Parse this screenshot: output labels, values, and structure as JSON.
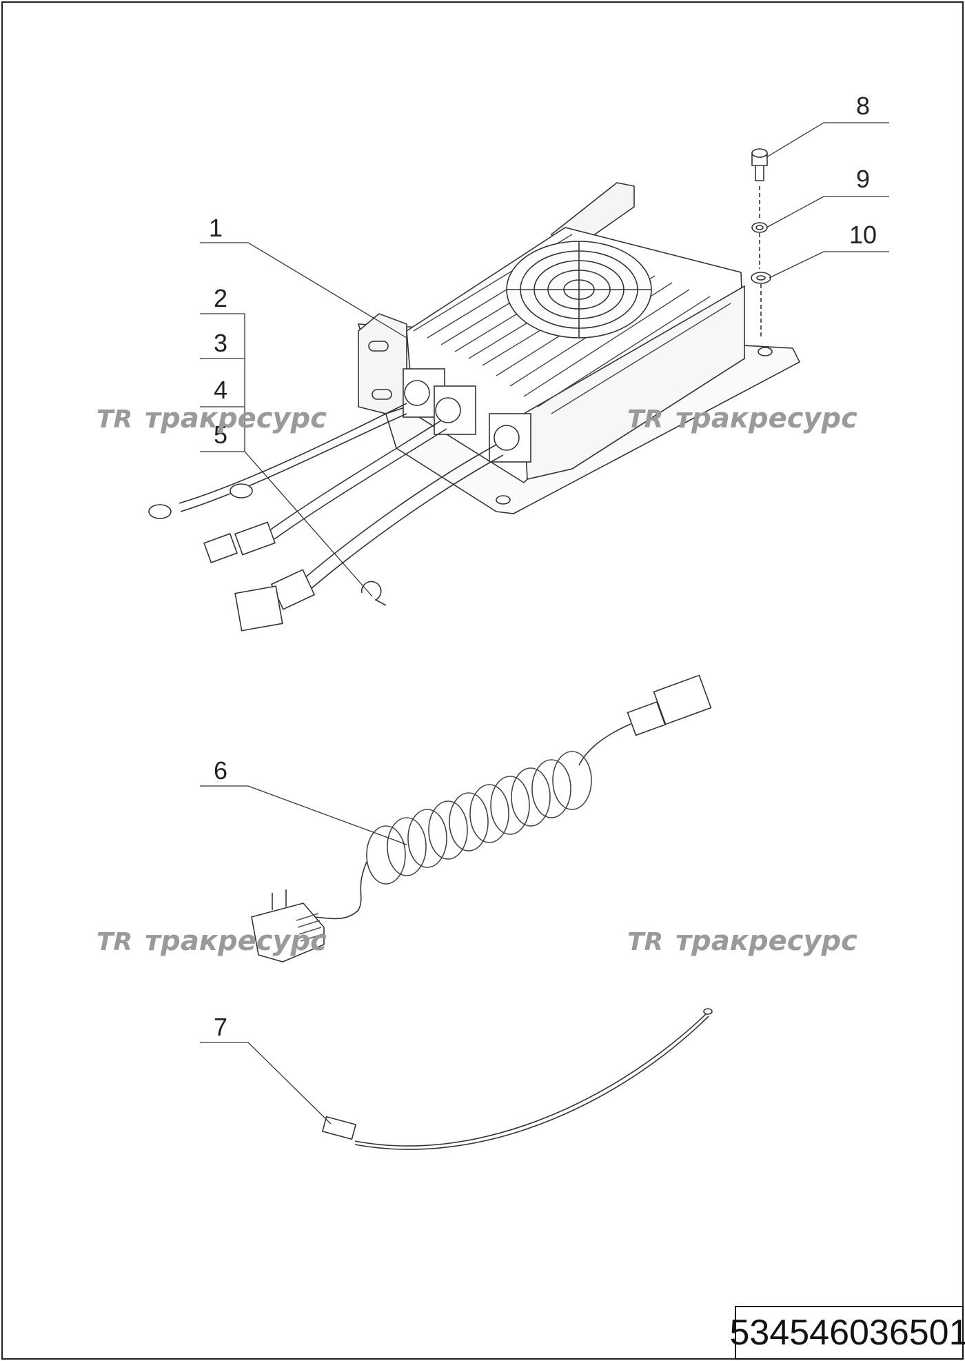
{
  "drawing": {
    "part_number": "534546036501",
    "watermark_text": "тракресурс",
    "watermark_logo": "TR",
    "callouts": [
      {
        "id": "callout-1",
        "label": "1"
      },
      {
        "id": "callout-2",
        "label": "2"
      },
      {
        "id": "callout-3",
        "label": "3"
      },
      {
        "id": "callout-4",
        "label": "4"
      },
      {
        "id": "callout-5",
        "label": "5"
      },
      {
        "id": "callout-6",
        "label": "6"
      },
      {
        "id": "callout-7",
        "label": "7"
      },
      {
        "id": "callout-8",
        "label": "8"
      },
      {
        "id": "callout-9",
        "label": "9"
      },
      {
        "id": "callout-10",
        "label": "10"
      }
    ]
  }
}
